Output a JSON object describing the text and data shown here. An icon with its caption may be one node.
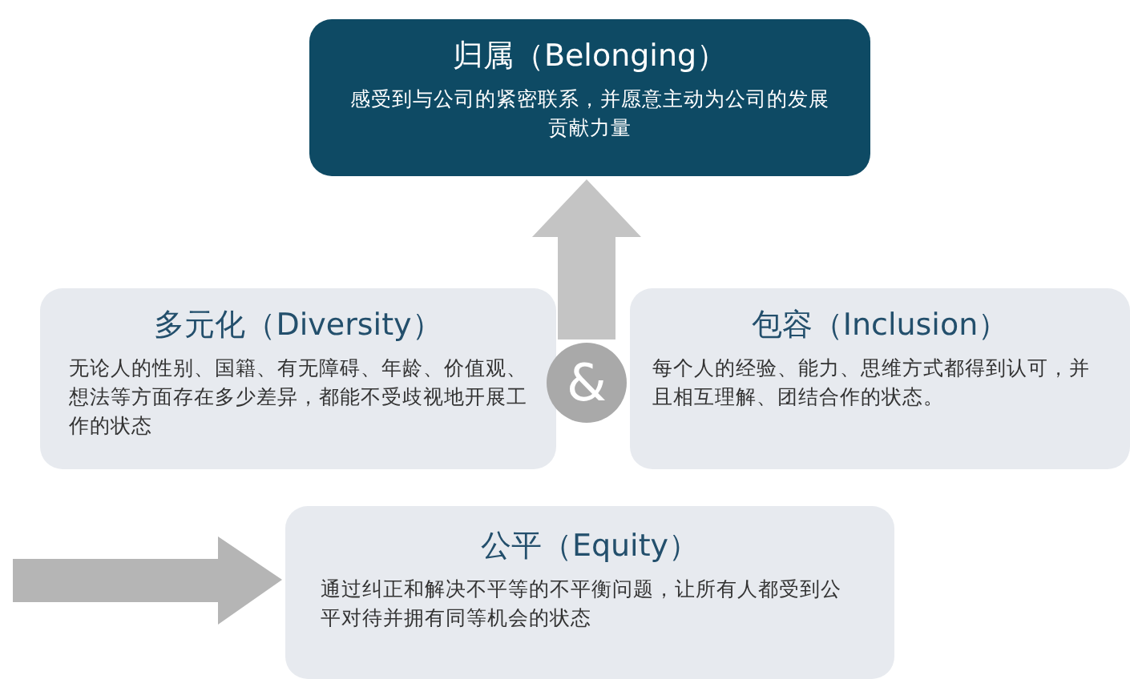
{
  "diagram": {
    "nodes": [
      {
        "text": [
          "归属（Belonging）",
          "感受到与公司的紧密联系，并愿意主动为公司的发展贡献力量"
        ]
      },
      {
        "text": [
          "多元化（Diversity）",
          "无论人的性别、国籍、有无障碍、年龄、价值观、想法等方面存在多少差异，都能不受歧视地开展工作的状态"
        ]
      },
      {
        "text": [
          "&"
        ]
      },
      {
        "text": [
          "包容（Inclusion）",
          "每个人的经验、能力、思维方式都得到认可，并且相互理解、团结合作的状态。"
        ]
      },
      {
        "text": [
          "公平（Equity）",
          "通过纠正和解决不平等的不平衡问题，让所有人都受到公平对待并拥有同等机会的状态"
        ]
      }
    ],
    "edges": [
      {
        "from": 2,
        "to": 0,
        "arrow": "to"
      },
      {
        "from": null,
        "to": 4,
        "arrow": "to"
      }
    ]
  }
}
